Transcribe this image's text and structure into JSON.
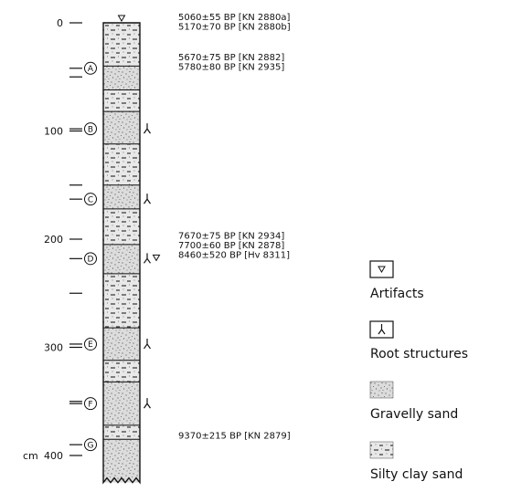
{
  "depth_axis": {
    "unit": "cm",
    "ticks": [
      {
        "depth": 0,
        "label": "0"
      },
      {
        "depth": 50,
        "label": ""
      },
      {
        "depth": 100,
        "label": "100"
      },
      {
        "depth": 150,
        "label": ""
      },
      {
        "depth": 200,
        "label": "200"
      },
      {
        "depth": 250,
        "label": ""
      },
      {
        "depth": 300,
        "label": "300"
      },
      {
        "depth": 350,
        "label": ""
      },
      {
        "depth": 400,
        "label": "400"
      }
    ]
  },
  "layers": [
    {
      "letter": "A",
      "depth": 42,
      "roots": false,
      "artifact": false
    },
    {
      "letter": "B",
      "depth": 98,
      "roots": true,
      "artifact": false
    },
    {
      "letter": "C",
      "depth": 163,
      "roots": true,
      "artifact": false
    },
    {
      "letter": "D",
      "depth": 218,
      "roots": true,
      "artifact": true
    },
    {
      "letter": "E",
      "depth": 297,
      "roots": true,
      "artifact": false
    },
    {
      "letter": "F",
      "depth": 352,
      "roots": true,
      "artifact": false
    },
    {
      "letter": "G",
      "depth": 390,
      "roots": false,
      "artifact": false
    }
  ],
  "sediment_bands": [
    {
      "from": 0,
      "to": 40,
      "type": "silty clay sand"
    },
    {
      "from": 40,
      "to": 62,
      "type": "gravelly sand"
    },
    {
      "from": 62,
      "to": 82,
      "type": "silty clay sand"
    },
    {
      "from": 82,
      "to": 112,
      "type": "gravelly sand"
    },
    {
      "from": 112,
      "to": 150,
      "type": "silty clay sand"
    },
    {
      "from": 150,
      "to": 172,
      "type": "gravelly sand"
    },
    {
      "from": 172,
      "to": 205,
      "type": "silty clay sand"
    },
    {
      "from": 205,
      "to": 232,
      "type": "gravelly sand"
    },
    {
      "from": 232,
      "to": 282,
      "type": "silty clay sand"
    },
    {
      "from": 282,
      "to": 312,
      "type": "gravelly sand"
    },
    {
      "from": 312,
      "to": 332,
      "type": "silty clay sand"
    },
    {
      "from": 332,
      "to": 372,
      "type": "gravelly sand"
    },
    {
      "from": 372,
      "to": 385,
      "type": "silty clay sand"
    },
    {
      "from": 385,
      "to": 425,
      "type": "gravelly sand"
    }
  ],
  "dates": [
    {
      "text": "5060±55 BP [KN 2880a]",
      "depth": 0
    },
    {
      "text": "5170±70 BP [KN 2880b]",
      "depth": 9
    },
    {
      "text": "5670±75 BP [KN 2882]",
      "depth": 37
    },
    {
      "text": "5780±80 BP [KN 2935]",
      "depth": 46
    },
    {
      "text": "7670±75 BP [KN 2934]",
      "depth": 202
    },
    {
      "text": "7700±60 BP [KN 2878]",
      "depth": 211
    },
    {
      "text": "8460±520 BP [Hv 8311]",
      "depth": 220
    },
    {
      "text": "9370±215 BP [KN 2879]",
      "depth": 387
    }
  ],
  "legend": [
    {
      "key": "artifacts",
      "label": "Artifacts",
      "symbol": "artifact"
    },
    {
      "key": "roots",
      "label": "Root structures",
      "symbol": "roots"
    },
    {
      "key": "gravelly-sand",
      "label": "Gravelly sand",
      "symbol": "gravelly sand"
    },
    {
      "key": "silty-clay-sand",
      "label": "Silty clay sand",
      "symbol": "silty clay sand"
    }
  ]
}
